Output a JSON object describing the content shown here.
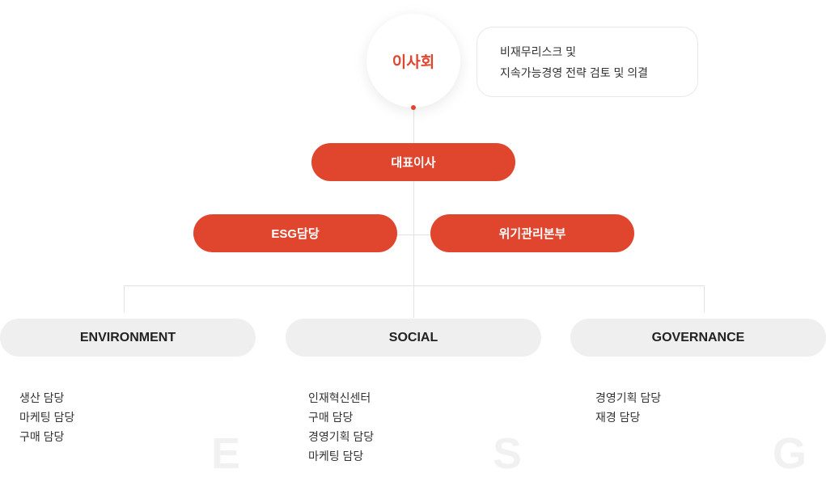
{
  "board": {
    "title": "이사회",
    "description_lines": [
      "비재무리스크 및",
      "지속가능경영 전략 검토 및 의결"
    ]
  },
  "ceo": {
    "label": "대표이사"
  },
  "second_level": [
    {
      "label": "ESG담당"
    },
    {
      "label": "위기관리본부"
    }
  ],
  "divisions": [
    {
      "label": "ENVIRONMENT",
      "letter": "E",
      "items": [
        "생산 담당",
        "마케팅 담당",
        "구매 담당"
      ]
    },
    {
      "label": "SOCIAL",
      "letter": "S",
      "items": [
        "인재혁신센터",
        "구매 담당",
        "경영기획 담당",
        "마케팅 담당"
      ]
    },
    {
      "label": "GOVERNANCE",
      "letter": "G",
      "items": [
        "경영기획 담당",
        "재경 담당"
      ]
    }
  ],
  "colors": {
    "accent": "#e0452e",
    "pill_gray": "#efefef"
  }
}
